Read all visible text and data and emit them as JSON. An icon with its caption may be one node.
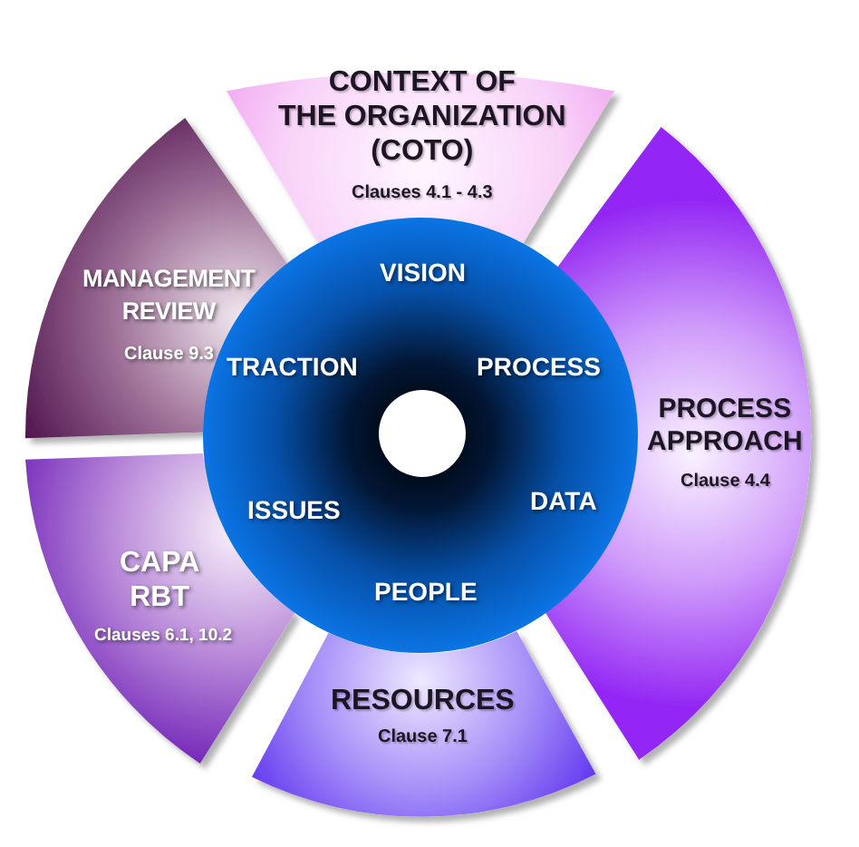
{
  "diagram": {
    "nodes": [
      {
        "text": [
          "CONTEXT OF THE ORGANIZATION (COTO)",
          "Clauses 4.1 - 4.3"
        ]
      },
      {
        "text": [
          "PROCESS APPROACH",
          "Clause 4.4"
        ]
      },
      {
        "text": [
          "RESOURCES",
          "Clause 7.1"
        ]
      },
      {
        "text": [
          "CAPA RBT",
          "Clauses 6.1, 10.2"
        ]
      },
      {
        "text": [
          "MANAGEMENT REVIEW",
          "Clause 9.3"
        ]
      },
      {
        "text": [
          "VISION",
          "TRACTION",
          "PROCESS",
          "ISSUES",
          "DATA",
          "PEOPLE"
        ]
      }
    ]
  }
}
